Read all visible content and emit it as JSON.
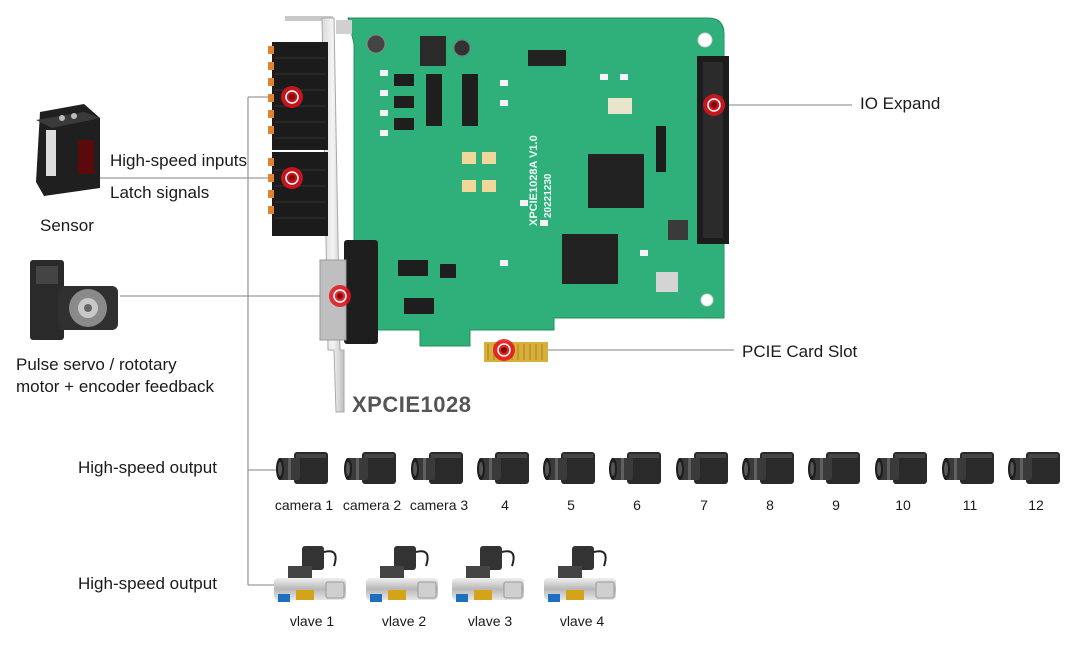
{
  "board": {
    "model": "XPCIE1028",
    "silk_model": "XPCIE1028A V1.0",
    "silk_date": "20221230",
    "board_color": "#2fb07a",
    "connector_color": "#e8e8e8"
  },
  "labels": {
    "inputs": "High-speed inputs",
    "latch": "Latch signals",
    "sensor": "Sensor",
    "servo_line1": "Pulse servo / rototary",
    "servo_line2": "motor + encoder feedback",
    "io_expand": "IO Expand",
    "pcie_slot": "PCIE Card Slot",
    "output_cameras": "High-speed output",
    "output_valves": "High-speed output"
  },
  "cameras": [
    "camera 1",
    "camera 2",
    "camera 3",
    "4",
    "5",
    "6",
    "7",
    "8",
    "9",
    "10",
    "11",
    "12"
  ],
  "valves": [
    "vlave 1",
    "vlave 2",
    "vlave 3",
    "vlave 4"
  ],
  "colors": {
    "marker": "#e0141e",
    "line": "#9a9a9a"
  }
}
